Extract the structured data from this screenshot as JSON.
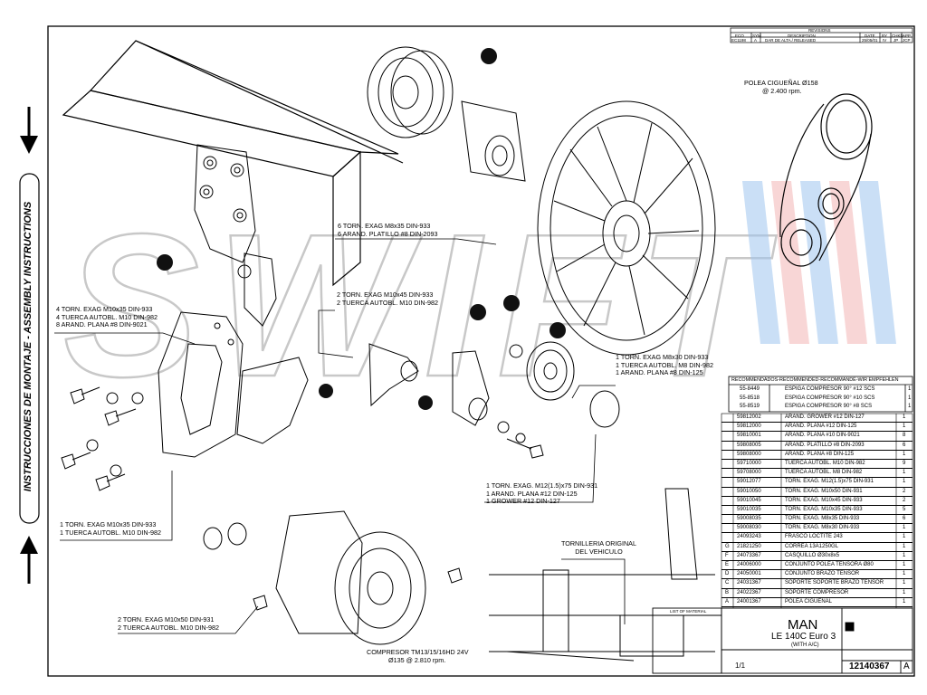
{
  "side_text": "INSTRUCCIONES DE MONTAJE - ASSEMBLY INSTRUCTIONS",
  "watermark": "SWIFT",
  "revision_block": {
    "title": "REVISIONS",
    "headers": [
      "ECO",
      "SYM",
      "DESCRIPTION",
      "DATE",
      "BY",
      "CHKD",
      "APP"
    ],
    "row": [
      "EC1198",
      "A",
      "DAR DE ALTA / RELEASED",
      "25/05/01",
      "IV",
      "JP",
      "JCP"
    ]
  },
  "callouts": {
    "crank_pulley": [
      "POLEA CIGUEÑAL Ø158",
      "@ 2.400 rpm."
    ],
    "m8x35": [
      "6 TORN. EXAG M8x35 DIN-933",
      "6 ARAND. PLATILLO #8 DIN-2093"
    ],
    "m10x45": [
      "2 TORN. EXAG M10x45 DIN-933",
      "2 TUERCA AUTOBL. M10 DIN-982"
    ],
    "m10x35_4": [
      "4 TORN. EXAG M10x35 DIN-933",
      "4 TUERCA AUTOBL. M10 DIN-982",
      "8 ARAND. PLANA #8 DIN-9021"
    ],
    "m8x30": [
      "1 TORN. EXAG M8x30 DIN-933",
      "1 TUERCA AUTOBL. M8 DIN-982",
      "1 ARAND. PLANA #8 DIN-125"
    ],
    "m12": [
      "1 TORN. EXAG. M12(1.5)x75 DIN-931",
      "1 ARAND. PLANA #12 DIN-125",
      "1 GROWER #12 DIN-127"
    ],
    "m10x35_1": [
      "1 TORN. EXAG M10x35 DIN-933",
      "1 TUERCA AUTOBL. M10 DIN-982"
    ],
    "tornilleria": [
      "TORNILLERIA ORIGINAL",
      "DEL VEHICULO"
    ],
    "m10x50": [
      "2 TORN. EXAG M10x50 DIN-931",
      "2 TUERCA AUTOBL. M10 DIN-982"
    ],
    "compressor": [
      "COMPRESOR TM13/15/16HD 24V",
      "Ø135 @ 2.810 rpm."
    ]
  },
  "recommended": {
    "header": "RECOMMENDADOS-RECOMMENDED-RECOMMANDÉ-WIR EMPFEHLEN",
    "rows": [
      [
        "55-8449",
        "ESPIGA COMPRESOR 90° #12 SCS",
        "1"
      ],
      [
        "55-8518",
        "ESPIGA COMPRESOR 90° #10 SCS",
        "1"
      ],
      [
        "55-8519",
        "ESPIGA COMPRESOR 90° #8 SCS",
        "1"
      ]
    ]
  },
  "bom": [
    [
      "",
      "59812002",
      "ARAND. GROWER #12 DIN-127",
      "1"
    ],
    [
      "",
      "59812000",
      "ARAND. PLANA #12 DIN-125",
      "1"
    ],
    [
      "",
      "59810001",
      "ARAND. PLANA #10 DIN-9021",
      "8"
    ],
    [
      "",
      "59808005",
      "ARAND. PLATILLO #8 DIN-2093",
      "6"
    ],
    [
      "",
      "59808000",
      "ARAND. PLANA #8 DIN-125",
      "1"
    ],
    [
      "",
      "59710000",
      "TUERCA AUTOBL. M10 DIN-982",
      "9"
    ],
    [
      "",
      "59708000",
      "TUERCA AUTOBL. M8 DIN-982",
      "1"
    ],
    [
      "",
      "59012077",
      "TORN. EXAG. M12(1.5)x75 DIN-931",
      "1"
    ],
    [
      "",
      "59010050",
      "TORN. EXAG. M10x50 DIN-931",
      "2"
    ],
    [
      "",
      "59010045",
      "TORN. EXAG. M10x45 DIN-933",
      "2"
    ],
    [
      "",
      "59010035",
      "TORN. EXAG. M10x35 DIN-933",
      "5"
    ],
    [
      "",
      "59008035",
      "TORN. EXAG. M8x35 DIN-933",
      "6"
    ],
    [
      "",
      "59008030",
      "TORN. EXAG. M8x30 DIN-933",
      "1"
    ],
    [
      "",
      "24093243",
      "FRASCO LOCTITE 243",
      "1"
    ],
    [
      "G",
      "21821250",
      "CORREA 13A1250GL",
      "1"
    ],
    [
      "F",
      "24073367",
      "CASQUILLO Ø30x8x5",
      "1"
    ],
    [
      "E",
      "24006000",
      "CONJUNTO POLEA TENSORA Ø80",
      "1"
    ],
    [
      "D",
      "24050001",
      "CONJUNTO BRAZO TENSOR",
      "1"
    ],
    [
      "C",
      "24031367",
      "SOPORTE SOPORTE BRAZO TENSOR",
      "1"
    ],
    [
      "B",
      "24022367",
      "SOPORTE COMPRESOR",
      "1"
    ],
    [
      "A",
      "24001367",
      "POLEA CIGUEÑAL",
      "1"
    ]
  ],
  "title_block": {
    "list_title": "LIST OF MATERIAL",
    "brand": "MAN",
    "model": "LE 140C Euro 3",
    "variant": "(WITH A/C)",
    "drawing_number": "12140367",
    "revision": "A",
    "sheet": "1/1"
  },
  "colors": {
    "ink": "#000000",
    "watermark_gray": "#c8c8c8",
    "logo_blue": "#9fc6ef",
    "logo_red": "#f3b6b6"
  }
}
